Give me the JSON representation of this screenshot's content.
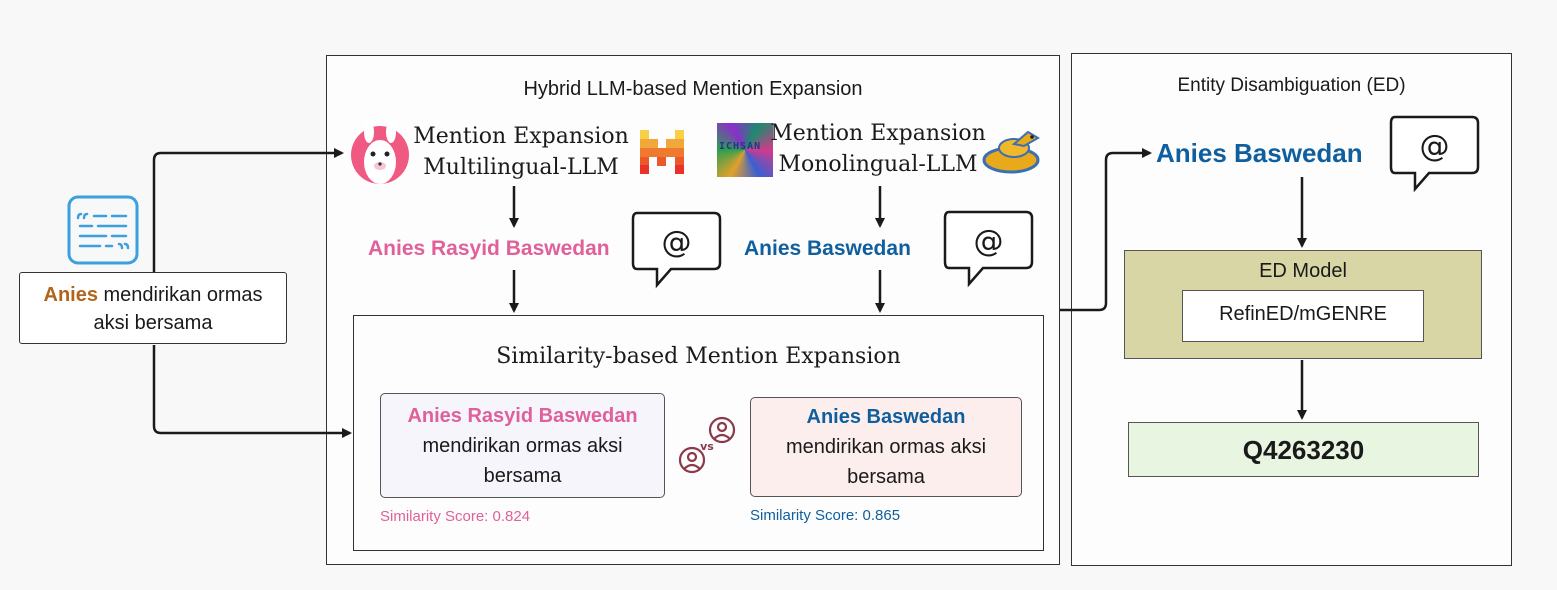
{
  "input": {
    "mention": "Anies",
    "rest_line1": " mendirikan ormas",
    "rest_line2": "aksi bersama"
  },
  "hybrid_panel": {
    "title": "Hybrid LLM-based Mention Expansion",
    "multilingual": {
      "line1": "Mention Expansion",
      "line2": "Multilingual-LLM",
      "output": "Anies Rasyid Baswedan"
    },
    "monolingual": {
      "line1": "Mention Expansion",
      "line2": "Monolingual-LLM",
      "logo_text": "ICHSAN",
      "output": "Anies Baswedan"
    },
    "at_symbol": "@",
    "similarity": {
      "title": "Similarity-based Mention Expansion",
      "left": {
        "mention": "Anies Rasyid Baswedan",
        "line2": "mendirikan ormas aksi",
        "line3": "bersama",
        "score": "Similarity Score: 0.824"
      },
      "right": {
        "mention": "Anies Baswedan",
        "line2": "mendirikan ormas aksi",
        "line3": "bersama",
        "score": "Similarity Score: 0.865"
      },
      "vs": "vs"
    }
  },
  "ed_panel": {
    "title": "Entity Disambiguation (ED)",
    "selected": "Anies Baswedan",
    "model_label": "ED Model",
    "model_name": "RefinED/mGENRE",
    "output": "Q4263230"
  },
  "colors": {
    "pink": "#e0609a",
    "blue": "#0f5f9e",
    "orange": "#b2651a",
    "model_box": "#d7d6a4",
    "output_box": "#e8f5e1",
    "left_box": "#f5f5fb",
    "right_box": "#fdeeee"
  }
}
